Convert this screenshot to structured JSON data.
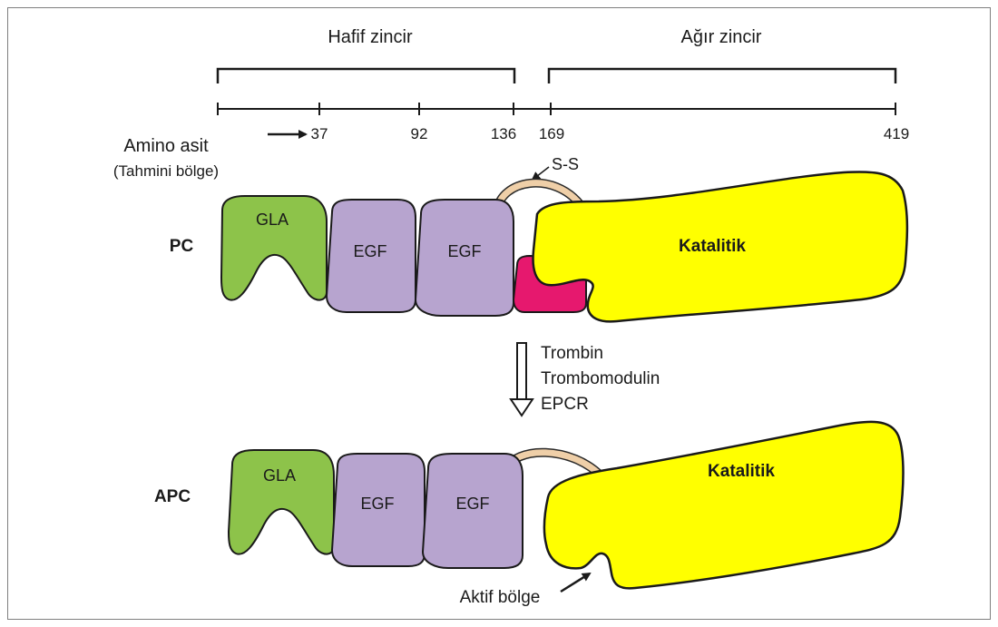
{
  "chains": {
    "light": "Hafif zincir",
    "heavy": "Ağır zincir"
  },
  "ticks": [
    "37",
    "92",
    "136",
    "169",
    "419"
  ],
  "amino": {
    "line1": "Amino asit",
    "line2": "(Tahmini bölge)"
  },
  "ss_label": "S-S",
  "pc": {
    "row_label": "PC",
    "gla": "GLA",
    "egf1": "EGF",
    "egf2": "EGF",
    "catalytic": "Katalitik"
  },
  "activators": [
    "Trombin",
    "Trombomodulin",
    "EPCR"
  ],
  "apc": {
    "row_label": "APC",
    "gla": "GLA",
    "egf1": "EGF",
    "egf2": "EGF",
    "catalytic": "Katalitik"
  },
  "active_site": "Aktif bölge",
  "colors": {
    "gla": "#8dc34a",
    "egf": "#b7a4cf",
    "catalytic": "#ffff00",
    "activation_peptide": "#e6186e",
    "linker": "#efcfa8",
    "outline": "#1a1a1a"
  }
}
